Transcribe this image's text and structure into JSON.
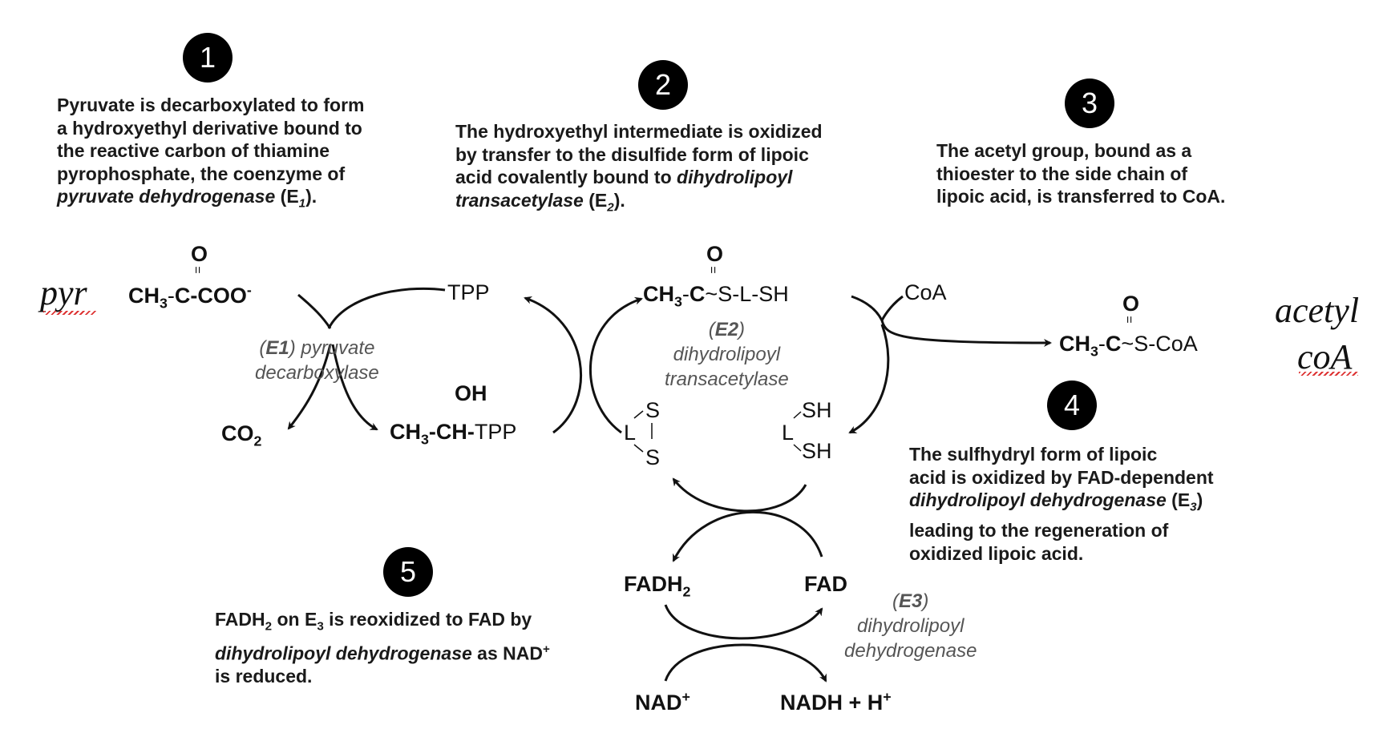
{
  "steps": [
    {
      "number": "1",
      "lines": [
        "Pyruvate is decarboxylated to form",
        "a hydroxyethyl derivative bound to",
        "the reactive carbon of thiamine",
        "pyrophosphate, the coenzyme of"
      ],
      "last_italic": "pyruvate dehydrogenase",
      "last_tail": " (E",
      "last_sub": "1",
      "last_end": ")."
    },
    {
      "number": "2",
      "lines": [
        "The hydroxyethyl intermediate is oxidized",
        "by transfer to the disulfide form of lipoic"
      ],
      "line3_plain": "acid covalently bound to ",
      "line3_italic": "dihydrolipoyl",
      "line4_italic": "transacetylase",
      "line4_tail": " (E",
      "line4_sub": "2",
      "line4_end": ")."
    },
    {
      "number": "3",
      "lines": [
        "The acetyl group, bound as a",
        "thioester to the side chain of",
        "lipoic acid, is transferred to CoA."
      ]
    },
    {
      "number": "4",
      "lines": [
        "The sulfhydryl form of lipoic",
        "acid is oxidized by FAD-dependent"
      ],
      "line3_italic": "dihydrolipoyl dehydrogenase",
      "line3_tail": " (E",
      "line3_sub": "3",
      "line3_end": ")",
      "lines_after": [
        "leading to the regeneration of",
        "oxidized lipoic acid."
      ]
    },
    {
      "number": "5",
      "line1_a": "FADH",
      "line1_sub": "2",
      "line1_b": " on E",
      "line1_sub2": "3",
      "line1_c": " is reoxidized to FAD by",
      "line2_italic": "dihydrolipoyl dehydrogenase",
      "line2_tail": " as NAD",
      "line2_sup": "+",
      "line3": "is reduced."
    }
  ],
  "handwritten": {
    "left": "pyr",
    "right_1": "acetyl",
    "right_2": "coA"
  },
  "molecules": {
    "pyruvate": {
      "o": "O",
      "dbl": "=",
      "ch": "CH",
      "ch_sub": "3",
      "dash1": "-",
      "c": "C",
      "rest": "-COO",
      "charge": "-"
    },
    "tpp": "TPP",
    "co2": {
      "text": "CO",
      "sub": "2"
    },
    "hydroxyethyl": {
      "oh": "OH",
      "ch": "CH",
      "ch_sub": "3",
      "mid": "-CH-",
      "tail": "TPP"
    },
    "acetyl_lipoamide": {
      "o": "O",
      "dbl": "=",
      "ch": "CH",
      "ch_sub": "3",
      "dash1": "-",
      "c": "C",
      "tail": "~S-L-SH"
    },
    "coa": "CoA",
    "acetyl_coa": {
      "o": "O",
      "dbl": "=",
      "ch": "CH",
      "ch_sub": "3",
      "dash1": "-",
      "c": "C",
      "tail": "~S-CoA"
    },
    "lipoamide_ox": {
      "s1": "S",
      "l": "L",
      "s2": "S"
    },
    "lipoamide_red": {
      "sh1": "SH",
      "l": "L",
      "sh2": "SH"
    },
    "fadh2": {
      "text": "FADH",
      "sub": "2"
    },
    "fad": "FAD",
    "nad": {
      "text": "NAD",
      "sup": "+"
    },
    "nadh": {
      "text": "NADH + H",
      "sup": "+"
    }
  },
  "enzymes": {
    "e1": {
      "label": "E1",
      "open": "(",
      "close": ") pyruvate",
      "line2": "decarboxylase"
    },
    "e2": {
      "label": "E2",
      "open": "(",
      "close": ")",
      "line2": "dihydrolipoyl",
      "line3": "transacetylase"
    },
    "e3": {
      "label": "E3",
      "open": "(",
      "close": ")",
      "line2": "dihydrolipoyl",
      "line3": "dehydrogenase"
    }
  }
}
